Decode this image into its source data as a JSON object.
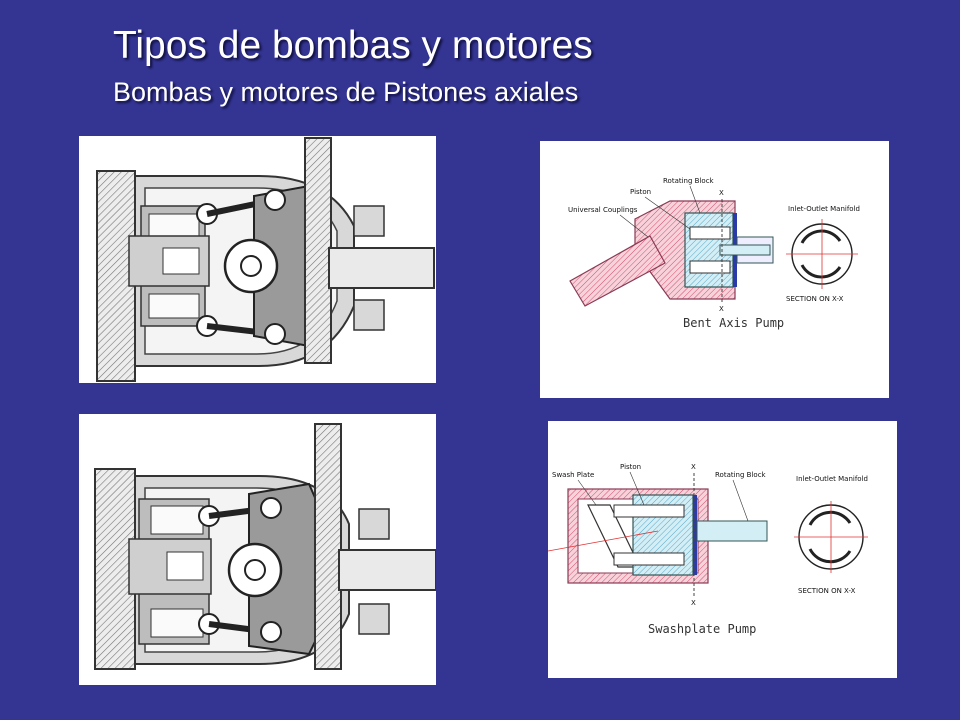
{
  "slide": {
    "title": "Tipos de bombas y motores",
    "subtitle": "Bombas y motores de Pistones axiales"
  },
  "bent_axis": {
    "caption": "Bent Axis Pump",
    "labels": {
      "rotating_block": "Rotating Block",
      "piston": "Piston",
      "universal_couplings": "Universal Couplings",
      "manifold": "Inlet-Outlet Manifold",
      "section": "SECTION ON X-X",
      "x_top": "X",
      "x_bottom": "X"
    }
  },
  "swashplate": {
    "caption": "Swashplate Pump",
    "labels": {
      "swash_plate": "Swash Plate",
      "piston": "Piston",
      "rotating_block": "Rotating Block",
      "manifold": "Inlet-Outlet Manifold",
      "section": "SECTION ON X-X",
      "x_top": "X",
      "x_bottom": "X"
    }
  },
  "colors": {
    "background": "#343492",
    "title_text": "#ffffff",
    "housing_red": "#d94b6a",
    "block_cyan": "#8fd6e6",
    "centerline_red": "#e03030"
  }
}
